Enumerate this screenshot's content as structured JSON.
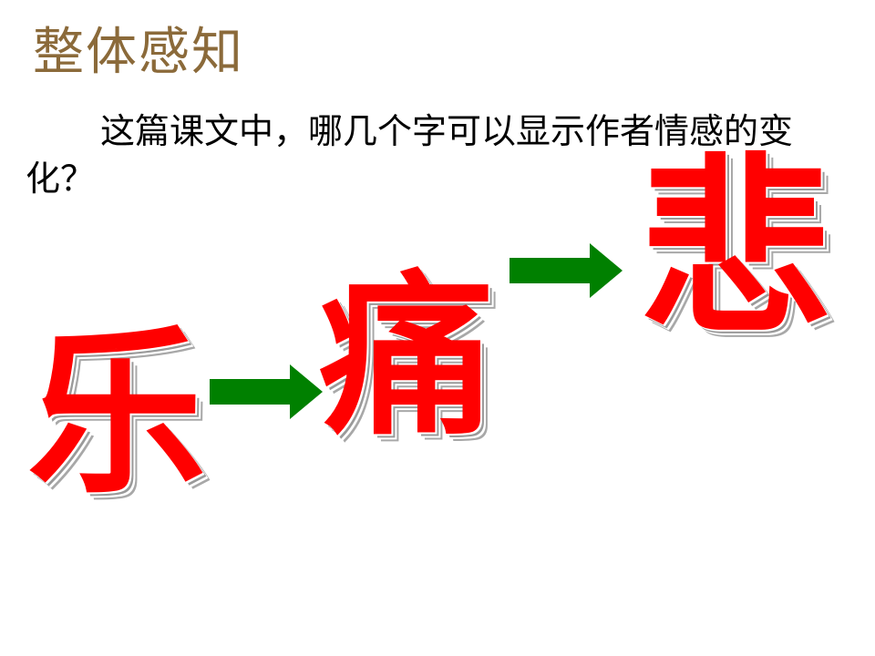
{
  "slide": {
    "title": "整体感知",
    "question": "这篇课文中，哪几个字可以显示作者情感的变化？",
    "characters": {
      "first": "乐",
      "second": "痛",
      "third": "悲"
    }
  },
  "colors": {
    "title": "#8b6a3a",
    "character": "#ff0000",
    "arrow": "#008000",
    "text": "#000000"
  },
  "icons": {
    "arrow": "right-arrow-icon"
  }
}
